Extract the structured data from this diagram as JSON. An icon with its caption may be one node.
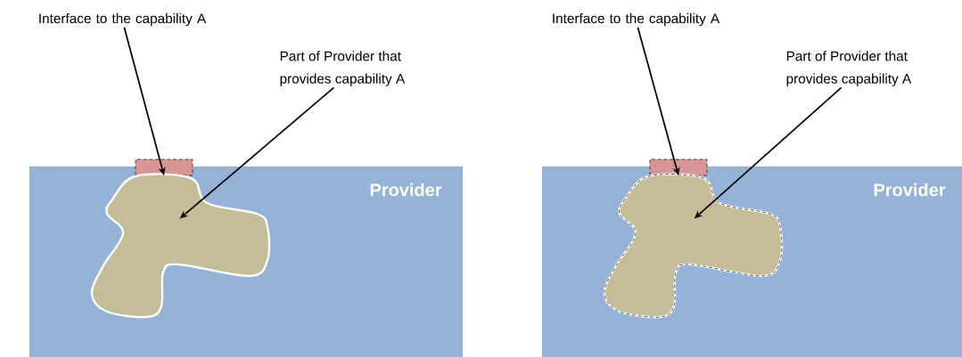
{
  "diagram": {
    "nodes": [
      {
        "text": [
          "Provider"
        ]
      },
      {
        "text": [],
        "shape": "box"
      },
      {
        "text": [],
        "shape": "blob",
        "in": 0
      },
      {
        "text": [
          "Interface to the capability A"
        ]
      },
      {
        "text": [
          "Part of Provider that provides capability A"
        ]
      },
      {
        "text": [
          "Provider"
        ]
      },
      {
        "text": [],
        "shape": "box"
      },
      {
        "text": [],
        "shape": "blob",
        "in": 5
      },
      {
        "text": [
          "Interface to the capability A"
        ]
      },
      {
        "text": [
          "Part of Provider that provides capability A"
        ]
      }
    ],
    "edges": [
      {
        "from": 3,
        "to": 1,
        "arrow": "to"
      },
      {
        "from": 4,
        "to": 2,
        "arrow": "to"
      },
      {
        "from": 8,
        "to": 6,
        "arrow": "to"
      },
      {
        "from": 9,
        "to": 7,
        "arrow": "to"
      }
    ]
  }
}
